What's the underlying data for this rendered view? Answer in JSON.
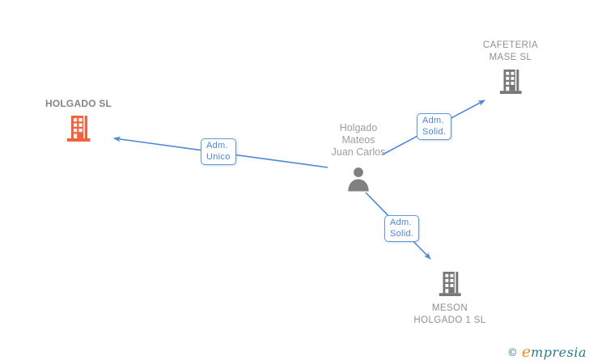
{
  "person": {
    "name_line1": "Holgado",
    "name_line2": "Mateos",
    "name_line3": "Juan Carlos"
  },
  "companies": {
    "holgado": {
      "name": "HOLGADO SL"
    },
    "cafeteria": {
      "line1": "CAFETERIA",
      "line2": "MASE SL"
    },
    "meson": {
      "line1": "MESON",
      "line2": "HOLGADO 1 SL"
    }
  },
  "edges": {
    "to_holgado": {
      "line1": "Adm.",
      "line2": "Unico",
      "from": "Holgado Mateos Juan Carlos",
      "to": "HOLGADO SL"
    },
    "to_cafeteria": {
      "line1": "Adm.",
      "line2": "Solid.",
      "from": "Holgado Mateos Juan Carlos",
      "to": "CAFETERIA MASE SL"
    },
    "to_meson": {
      "line1": "Adm.",
      "line2": "Solid.",
      "from": "Holgado Mateos Juan Carlos",
      "to": "MESON HOLGADO 1 SL"
    }
  },
  "watermark": {
    "copyright": "©",
    "brand_initial": "e",
    "brand_rest": "mpresia"
  },
  "colors": {
    "edge_blue": "#4C86D8",
    "box_border": "#5E9BD8",
    "box_text": "#4A86D8",
    "company_highlight_orange": "#F4613C",
    "icon_gray": "#777777",
    "label_gray": "#8F8F8F",
    "person_name_gray": "#9E9E9E",
    "logo_teal": "#2E7A8C",
    "logo_orange": "#F08A24"
  }
}
